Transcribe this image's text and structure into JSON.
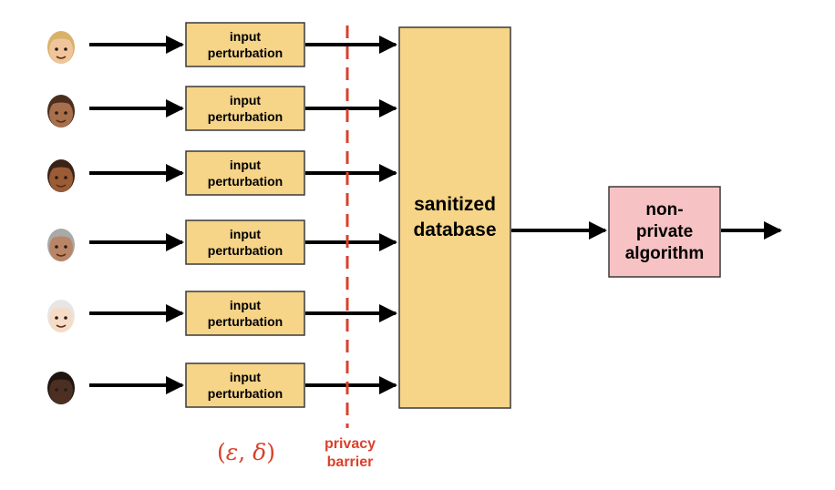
{
  "inputs": [
    {
      "icon": "person-light-blond-icon",
      "skin": "#f1c59b",
      "hair": "#d9b26a",
      "label_top": "input",
      "label_bottom": "perturbation"
    },
    {
      "icon": "person-medium-dark-icon",
      "skin": "#a86f4c",
      "hair": "#4b2e1e",
      "label_top": "input",
      "label_bottom": "perturbation"
    },
    {
      "icon": "woman-medium-dark-icon",
      "skin": "#9a5b35",
      "hair": "#3a2316",
      "label_top": "input",
      "label_bottom": "perturbation"
    },
    {
      "icon": "older-woman-icon",
      "skin": "#b98566",
      "hair": "#a9a9a9",
      "label_top": "input",
      "label_bottom": "perturbation"
    },
    {
      "icon": "older-man-light-icon",
      "skin": "#f6dcc6",
      "hair": "#e6e6e6",
      "label_top": "input",
      "label_bottom": "perturbation"
    },
    {
      "icon": "woman-dark-icon",
      "skin": "#4a2f22",
      "hair": "#1e1410",
      "label_top": "input",
      "label_bottom": "perturbation"
    }
  ],
  "database": {
    "line1": "sanitized",
    "line2": "database"
  },
  "algorithm": {
    "line1": "non-",
    "line2": "private",
    "line3": "algorithm"
  },
  "barrier": {
    "line1": "privacy",
    "line2": "barrier"
  },
  "epsilon_delta": {
    "open": "(",
    "eps": "ε",
    "comma": ", ",
    "delta": "δ",
    "close": ")"
  },
  "colors": {
    "box_fill": "#f6d488",
    "box_stroke": "#3a3a3a",
    "algorithm_fill": "#f6c2c4",
    "barrier": "#d9412b",
    "arrow": "#000000"
  }
}
